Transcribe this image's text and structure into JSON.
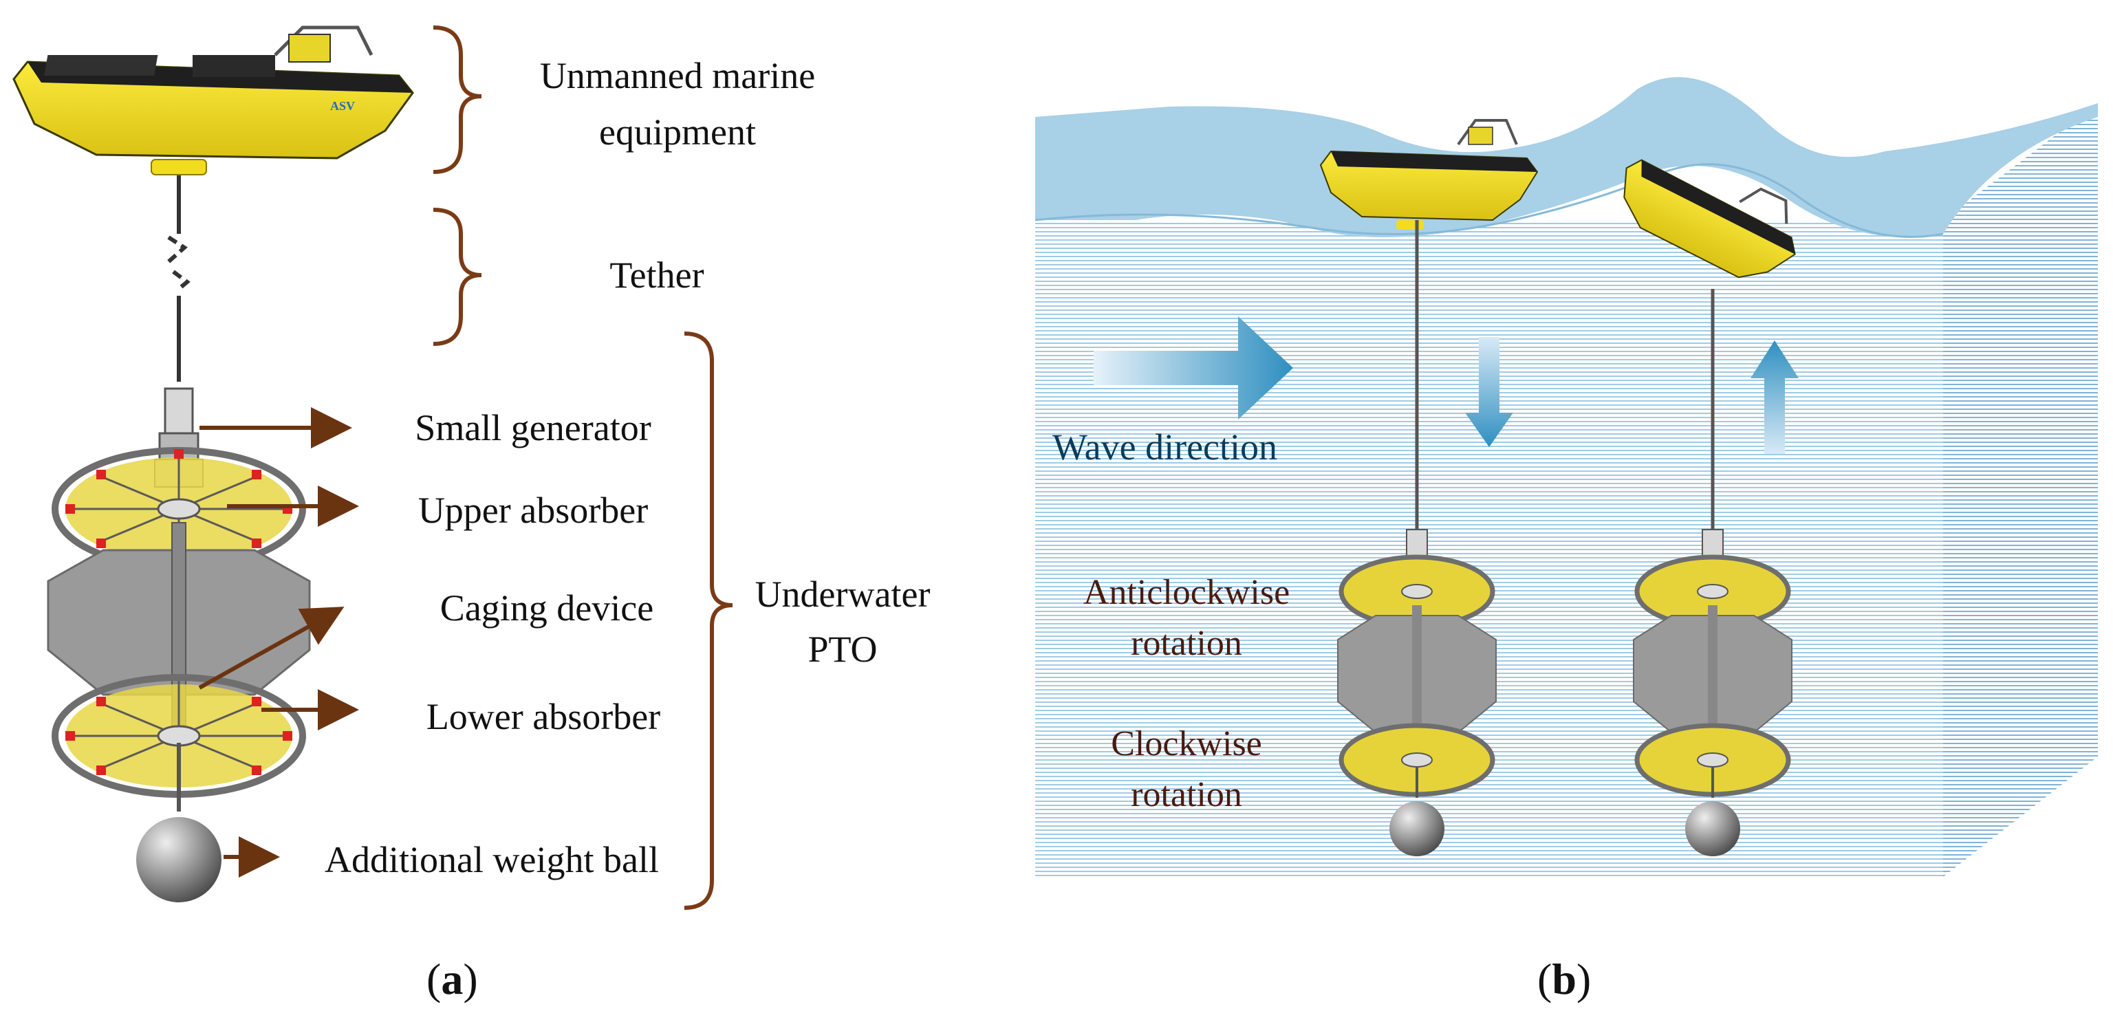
{
  "panel_a": {
    "labels": {
      "unmanned_line1": "Unmanned marine",
      "unmanned_line2": "equipment",
      "tether": "Tether",
      "small_generator": "Small generator",
      "upper_absorber": "Upper absorber",
      "caging_device": "Caging device",
      "lower_absorber": "Lower absorber",
      "weight_ball": "Additional weight ball",
      "underwater_line1": "Underwater",
      "underwater_line2": "PTO"
    },
    "caption_letter": "a"
  },
  "panel_b": {
    "labels": {
      "wave_direction": "Wave direction",
      "anticlockwise_line1": "Anticlockwise",
      "anticlockwise_line2": "rotation",
      "clockwise_line1": "Clockwise",
      "clockwise_line2": "rotation"
    },
    "caption_letter": "b",
    "boat_logo": "ASV"
  },
  "colors": {
    "boat_yellow": "#f2dc1e",
    "boat_dark": "#2b2b2b",
    "brace_brown": "#7a3b16",
    "arrow_brown": "#6b3410",
    "water_light": "#a9cfe6",
    "water_line": "#8fc0dd",
    "blade_yellow": "#e6d33a",
    "cage_gray": "#9a9a9a",
    "label_dark_red": "#4a1a10",
    "wave_arrow_blue": "#2f8fc0"
  }
}
